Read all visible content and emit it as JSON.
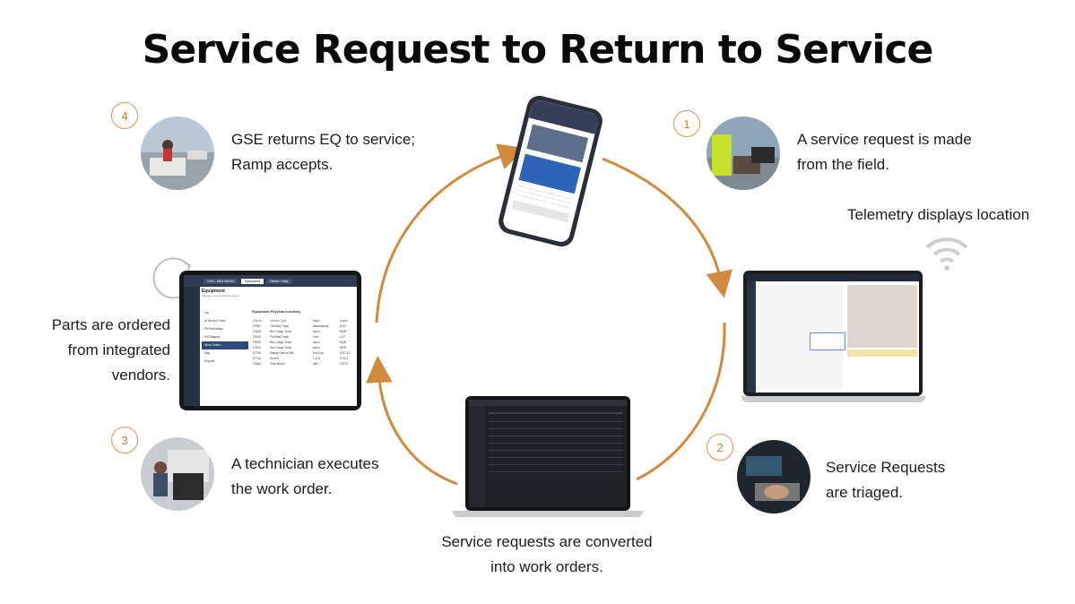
{
  "title": "Service Request to Return to Service",
  "steps": [
    {
      "number": "1",
      "text_line1": "A service request is made",
      "text_line2": "from the field."
    },
    {
      "number": "2",
      "text_line1": "Service Requests",
      "text_line2": "are triaged."
    },
    {
      "number": "3",
      "text_line1": "A technician executes",
      "text_line2": "the work order."
    },
    {
      "number": "4",
      "text_line1": "GSE returns EQ to service;",
      "text_line2": "Ramp accepts."
    }
  ],
  "notes": {
    "telemetry": "Telemetry displays location",
    "parts_line1": "Parts are ordered",
    "parts_line2": "from integrated",
    "parts_line3": "vendors.",
    "convert_line1": "Service requests are converted",
    "convert_line2": "into work orders."
  },
  "tablet": {
    "tab1": "GXH - EB0L080001",
    "tab2": "Equipment",
    "tab3": "Fleetre: Parts",
    "header": "Equipment",
    "subheader": "Manage your equipment issues",
    "panel_title": "Equipment Physical Inventory",
    "nav_items": [
      "List",
      "At Service Rows",
      "PM Schedules",
      "PM Diagnos",
      "Work Orders",
      "Map",
      "Reports"
    ],
    "columns": [
      "City No",
      "Vehicle Type",
      "Make",
      "Model"
    ],
    "rows": [
      [
        "27561",
        "Flat Bed Truck",
        "International",
        "EXO"
      ],
      [
        "27605",
        "Box Cargo Truck",
        "Isuzu",
        "NQR"
      ],
      [
        "27620",
        "Flat Bed Truck",
        "Ford",
        "LCF"
      ],
      [
        "27630",
        "Box Cargo Truck",
        "Isuzu",
        "NQR"
      ],
      [
        "27631",
        "Box Cargo Truck",
        "Isuzu",
        "NRR"
      ],
      [
        "27765",
        "Safety Cart for Ele...",
        "Par-Kan",
        "LPC-20"
      ],
      [
        "27716",
        "Kones",
        "T & S",
        "KYS-1"
      ],
      [
        "24364",
        "Rear Brush",
        "ARC",
        "33770"
      ]
    ]
  },
  "colors": {
    "accent": "#d9934a",
    "arrow": "#d08a3e",
    "dark": "#1f2530",
    "navy": "#2d3c52"
  }
}
